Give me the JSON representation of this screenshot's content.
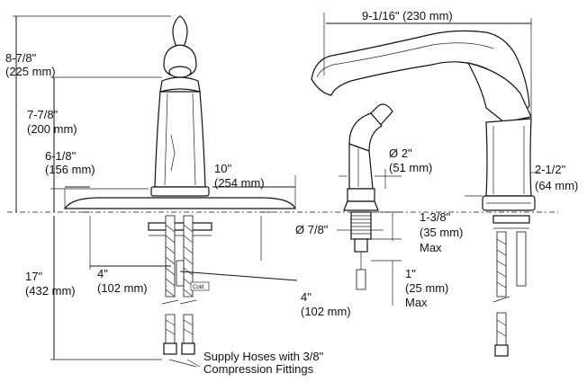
{
  "dimensions": {
    "overall_height_in": "8-7/8\"",
    "overall_height_mm": "(225 mm)",
    "spout_height_in": "7-7/8\"",
    "spout_height_mm": "(200 mm)",
    "handle_height_in": "6-1/8\"",
    "handle_height_mm": "(156 mm)",
    "plate_width_in": "10\"",
    "plate_width_mm": "(254 mm)",
    "spout_reach_in": "9-1/16\"",
    "spout_reach_mm": "(230 mm)",
    "sprayer_dia_in": "Ø 2\"",
    "sprayer_dia_mm": "(51 mm)",
    "base_height_in": "2-1/2\"",
    "base_height_mm": "(64 mm)",
    "shank_dia": "Ø 7/8\"",
    "deck_max_in": "1-3/8\"",
    "deck_max_mm": "(35 mm)",
    "deck_max_label": "Max",
    "hose_length_in": "17\"",
    "hose_length_mm": "(432 mm)",
    "center_left_in": "4\"",
    "center_left_mm": "(102 mm)",
    "center_right_in": "4\"",
    "center_right_mm": "(102 mm)",
    "below_deck_in": "1\"",
    "below_deck_mm": "(25 mm)",
    "below_deck_label": "Max"
  },
  "labels": {
    "cold": "Cold",
    "supply_line1": "Supply Hoses with 3/8\"",
    "supply_line2": "Compression Fittings"
  }
}
